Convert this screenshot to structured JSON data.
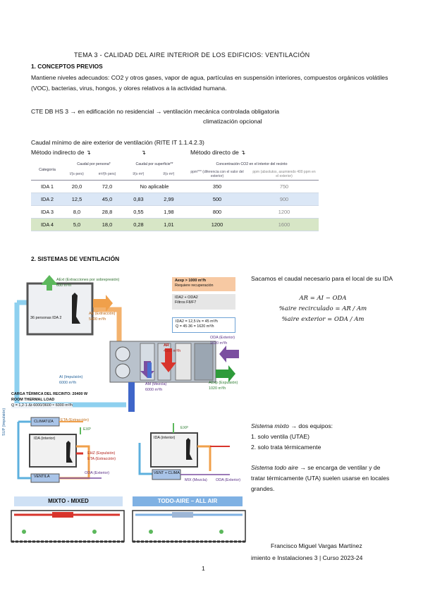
{
  "title": "TEMA 3 - CALIDAD DEL AIRE INTERIOR DE LOS EDIFICIOS: VENTILACIÓN",
  "section1": {
    "heading": "1. CONCEPTOS PREVIOS",
    "paragraph": "Mantiene niveles adecuados: CO2 y otros gases, vapor de agua, partículas en suspensión interiores, compuestos orgánicos volátiles (VOC), bacterias, virus, hongos, y olores relativos a la actividad humana.",
    "cte_line": "CTE DB HS 3 → en edificación no residencial → ventilación mecánica controlada obligatoria",
    "cte_line2": "climatización opcional"
  },
  "caudal": {
    "heading": "Caudal mínimo de aire exterior de ventilación (RITE IT 1.1.4.2.3)",
    "method_indirect": "Método indirecto de ↴",
    "arrow_mid": "↴",
    "method_direct": "Método directo de ↴"
  },
  "table": {
    "col_categoria": "Categoría",
    "grp_persona": "Caudal por persona*",
    "grp_superficie": "Caudal por superficie**",
    "grp_co2": "Concentración CO2 en el interior del recinto",
    "sub": [
      "l/(s·pers)",
      "m³/(h·pers)",
      "l/(s·m²)",
      "l/(s·m²)",
      "ppm*** (diferencia con el valor del exterior)",
      "ppm (absolutos, asumiendo 400 ppm en el exterior)"
    ],
    "rows": [
      {
        "cat": "IDA 1",
        "a": "20,0",
        "b": "72,0",
        "c": "No aplicable",
        "d": "",
        "e": "350",
        "f": "750"
      },
      {
        "cat": "IDA 2",
        "a": "12,5",
        "b": "45,0",
        "c": "0,83",
        "d": "2,99",
        "e": "500",
        "f": "900"
      },
      {
        "cat": "IDA 3",
        "a": "8,0",
        "b": "28,8",
        "c": "0,55",
        "d": "1,98",
        "e": "800",
        "f": "1200"
      },
      {
        "cat": "IDA 4",
        "a": "5,0",
        "b": "18,0",
        "c": "0,28",
        "d": "1,01",
        "e": "1200",
        "f": "1600"
      }
    ]
  },
  "section2": {
    "heading": "2. SISTEMAS DE VENTILACIÓN"
  },
  "diagram": {
    "aexp_label": "AExt (Extracciones por sobrepresión)",
    "aexp_value": "600 m³/h",
    "room_label": "36 personas IDA 2",
    "ae_label": "AE (Extracción)",
    "ae_value": "5400 m³/h",
    "ai_label": "AI (Impulsión)",
    "ai_value": "6000 m³/h",
    "req_line1": "Aexp > 1000 m³/h",
    "req_line2": "Requiere recuperación",
    "ida_line1": "IDA2 + ODA2",
    "ida_line2": "Filtros F8/F7",
    "calc_line1": "IDA2 = 12,5 l/s = 45 m³/h",
    "calc_line2": "Q = 45·36 = 1620 m³/h",
    "ar_label": "AR",
    "ar_value": "4380 m³/h",
    "oda_label": "ODA (Exterior)",
    "oda_value": "1620 m³/h",
    "am_label": "AM (Mezcla)",
    "am_value": "6000 m³/h",
    "aexp2_label": "AExp (Expulsión)",
    "aexp2_value": "1020 m³/h",
    "carga_line1": "CARGA TÉRMICA DEL RECINTO: 20400 W",
    "carga_line2": "ROOM THERMAL LOAD",
    "carga_line3": "Q = 1,2·1·Δt·6000/3600 ≈ 6000 m³/h",
    "mixto_label": "MIXTO - MIXED",
    "todoaire_label": "TODO-AIRE – ALL AIR",
    "climat": "CLIMATIZA",
    "ventila": "VENTILA",
    "exp": "EXP",
    "ida_interior": "IDA (interior)",
    "sup": "SUP (Impulsión)",
    "eta": "ETA (Extracción)",
    "oda_ext": "ODA (Exterior)",
    "ehz_a": "EHZ (Expulsión)",
    "ehz_b": "ETA (Extracción)",
    "vent_clim": "VENT + CLIMA",
    "mix": "MIX (Mezcla)"
  },
  "formulas": {
    "intro": "Sacamos el caudal necesario para el local de su IDA",
    "f1": "AR = AI − ODA",
    "f2": "%aire recirculado = AR / Am",
    "f3": "%aire exterior = ODA / Am"
  },
  "systems": {
    "mixto_title": "Sistema mixto",
    "mixto_text": "→ dos equipos:",
    "item1": "1. solo ventila (UTAE)",
    "item2": "2. solo trata térmicamente",
    "todo_title": "Sistema todo aire",
    "todo_text": "→ se encarga de ventilar y de tratar térmicamente (UTA) suelen usarse en locales grandes."
  },
  "footer": {
    "author": "Francisco Miguel Vargas Martínez",
    "course": "imiento e Instalaciones 3 | Curso 2023-24",
    "page": "1"
  },
  "colors": {
    "green": "#5cb85c",
    "orange": "#f0a04b",
    "blue": "#6ec1ea",
    "purple": "#7b4fa0",
    "red": "#d8342c",
    "ida4_row": "#d7e6c6",
    "ida2_row": "#dbe7f6"
  }
}
